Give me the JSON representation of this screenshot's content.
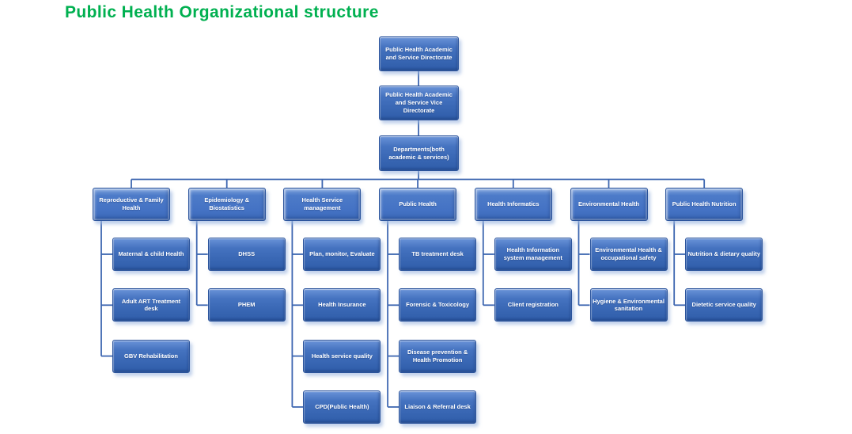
{
  "title": {
    "text": "Public Health Organizational structure",
    "color": "#00b050"
  },
  "colors": {
    "connector": "#3d66b0",
    "node_fill": "#4472c4",
    "node_border": "#2b549c",
    "node_text": "#ffffff",
    "background": "#ffffff"
  },
  "org_chart": {
    "root_chain": [
      "Public Health Academic and Service Directorate",
      "Public Health Academic and Service Vice Directorate",
      "Departments(both academic & services)"
    ],
    "branches": [
      {
        "label": "Reproductive & Family Health",
        "children": [
          "Maternal & child Health",
          "Adult ART Treatment desk",
          "GBV Rehabilitation"
        ]
      },
      {
        "label": "Epidemiology & Biostatistics",
        "children": [
          "DHSS",
          "PHEM"
        ]
      },
      {
        "label": "Health Service management",
        "children": [
          "Plan, monitor, Evaluate",
          "Health Insurance",
          "Health service quality",
          "CPD(Public Health)"
        ]
      },
      {
        "label": "Public Health",
        "children": [
          "TB treatment desk",
          "Forensic & Toxicology",
          "Disease prevention & Health Promotion",
          "Liaison & Referral desk"
        ]
      },
      {
        "label": "Health Informatics",
        "children": [
          "Health Information system management",
          "Client registration"
        ]
      },
      {
        "label": "Environmental Health",
        "children": [
          "Environmental Health & occupational safety",
          "Hygiene & Environmental sanitation"
        ]
      },
      {
        "label": "Public Health Nutrition",
        "children": [
          "Nutrition & dietary quality",
          "Dietetic service quality"
        ]
      }
    ]
  }
}
